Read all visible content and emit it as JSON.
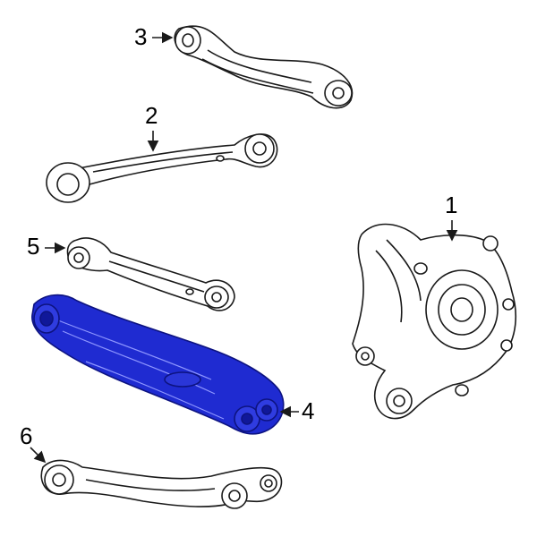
{
  "callouts": {
    "part1": "1",
    "part2": "2",
    "part3": "3",
    "part4": "4",
    "part5": "5",
    "part6": "6"
  },
  "colors": {
    "highlight": "#1f2bd1",
    "line": "#1a1a1a",
    "fill": "#ffffff"
  },
  "highlighted_part": "4"
}
